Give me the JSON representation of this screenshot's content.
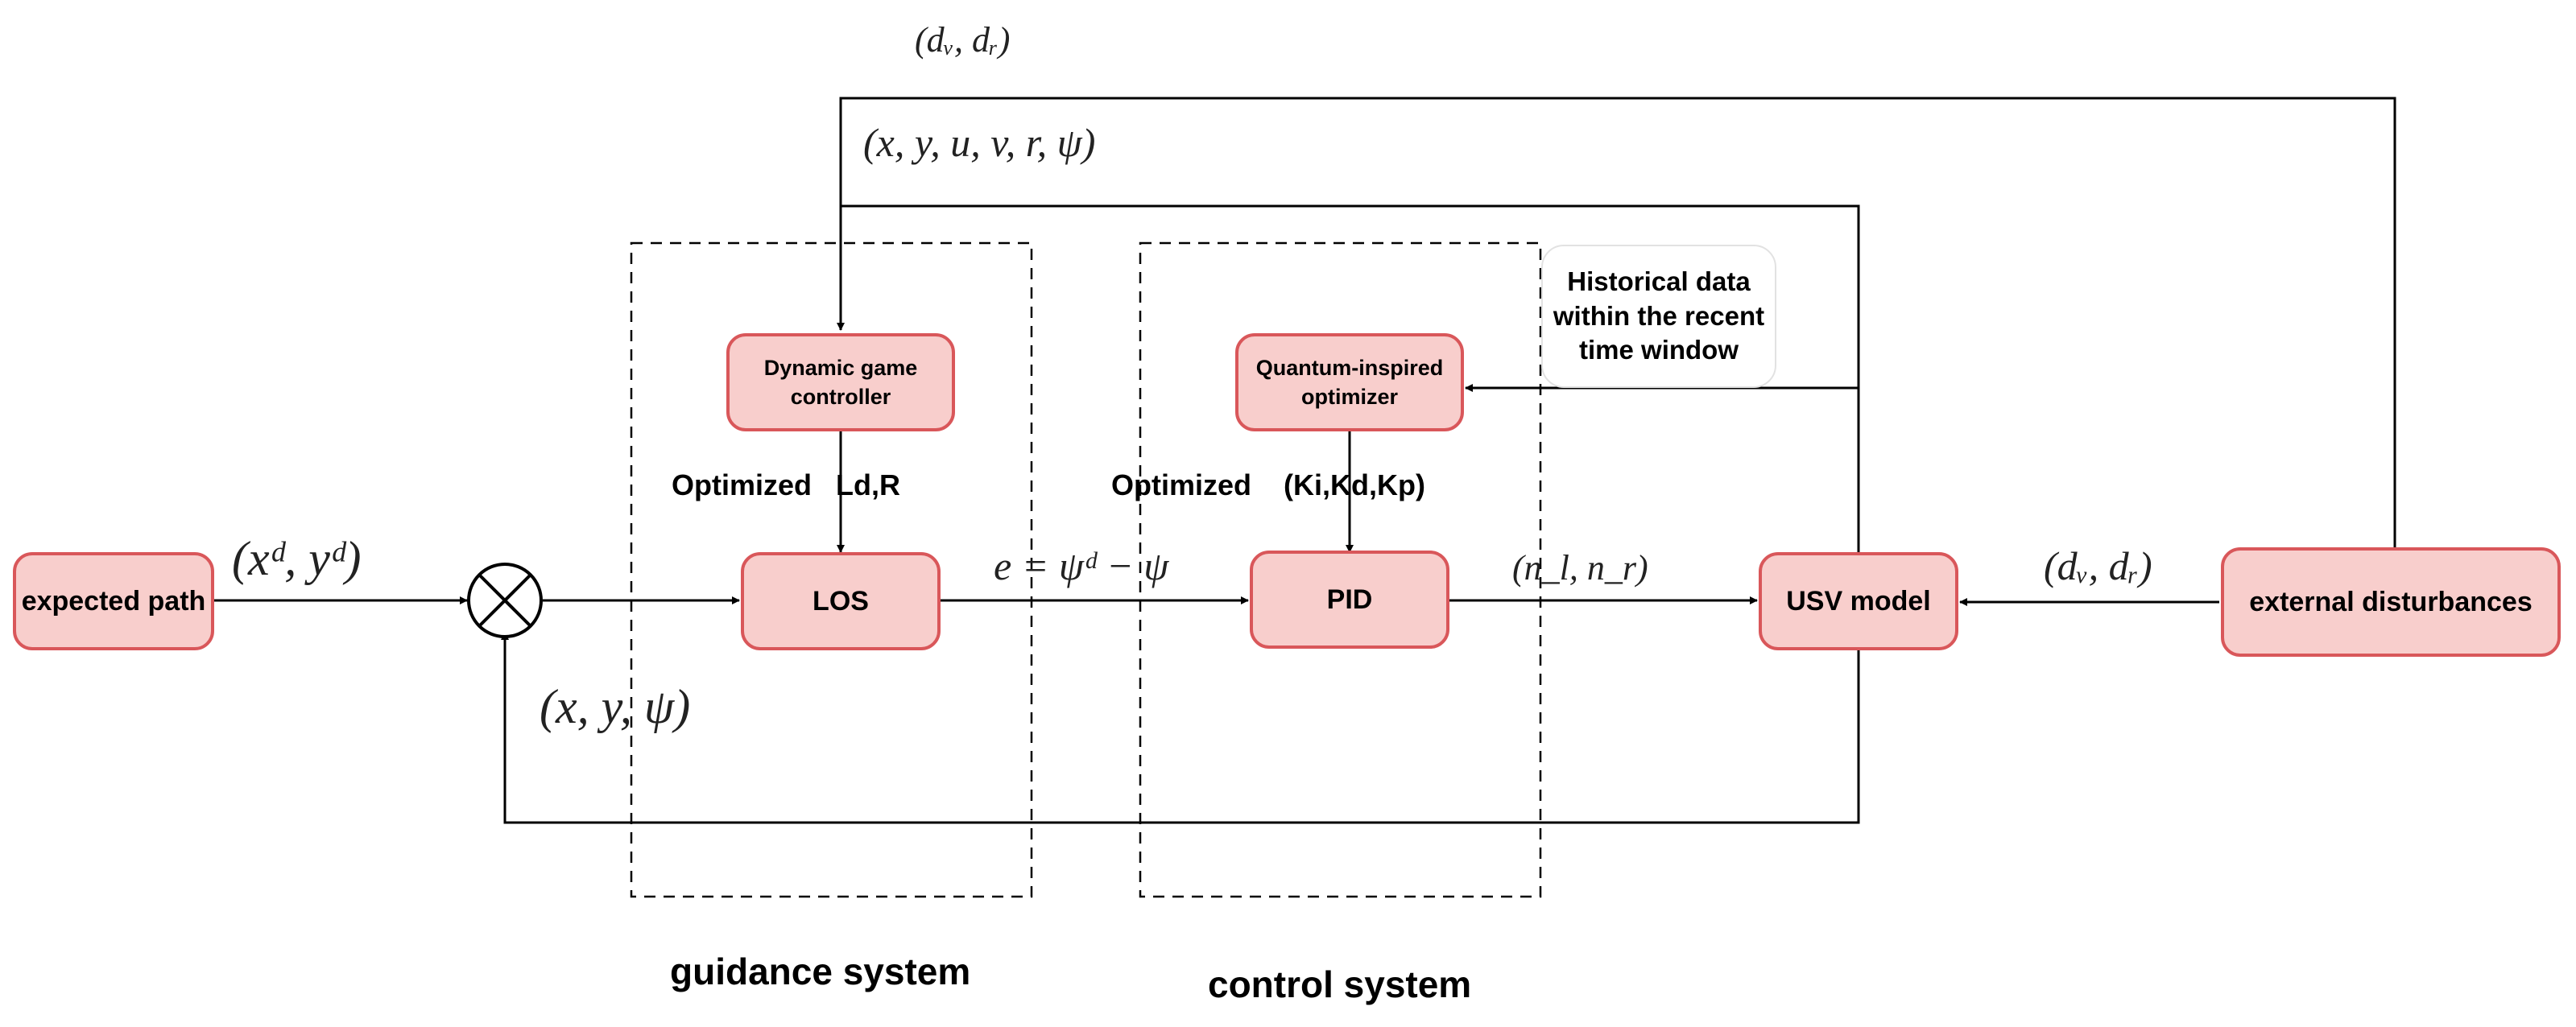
{
  "blocks": {
    "expected_path": "expected path",
    "dynamic_game": "Dynamic game controller",
    "los": "LOS",
    "quantum": "Quantum-inspired optimizer",
    "pid": "PID",
    "usv": "USV model",
    "external": "external disturbances"
  },
  "note": "Historical data within the recent time window",
  "labels": {
    "opt_guidance": "Optimized   Ld,R",
    "opt_control": "Optimized    (Ki,Kd,Kp)"
  },
  "math": {
    "disturb_top": "(dᵥ, dᵣ)",
    "state_full": "(x, y, u, v, r, ψ)",
    "desired_xy": "(xᵈ, yᵈ)",
    "heading_error": "e = ψᵈ − ψ",
    "thrust": "(n_l, n_r)",
    "disturb_right": "(dᵥ, dᵣ)",
    "feedback_state": "(x, y, ψ)"
  },
  "captions": {
    "guidance": "guidance system",
    "control": "control system"
  },
  "colors": {
    "block_fill": "#f8cecc",
    "block_border": "#d9575a",
    "line": "#000000"
  },
  "icons": {
    "summing_junction": "circle-with-x"
  }
}
